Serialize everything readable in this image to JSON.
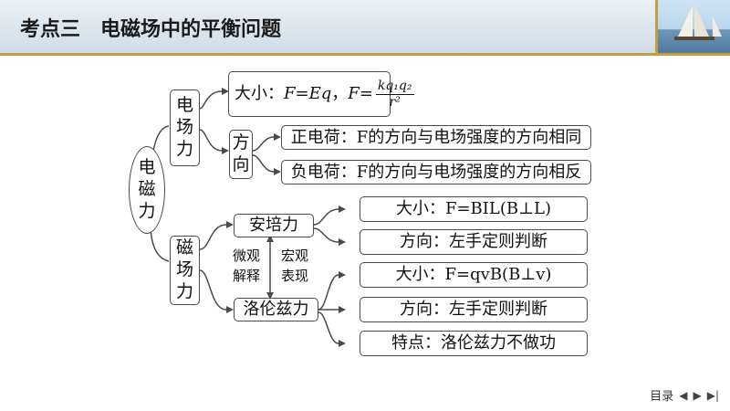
{
  "header": {
    "title": "考点三　电磁场中的平衡问题"
  },
  "root": {
    "label": [
      "电",
      "磁",
      "力"
    ]
  },
  "electric": {
    "label": [
      "电",
      "场",
      "力"
    ],
    "magnitude_prefix": "大小：",
    "formula_F": "F",
    "formula_eq1": "=",
    "formula_Eq": "Eq",
    "formula_sep": "，",
    "formula_F2": "F",
    "formula_eq2": "=",
    "frac_num": "kq₁q₂",
    "frac_den": "r²",
    "direction_label": [
      "方",
      "向"
    ],
    "positive": "正电荷：F的方向与电场强度的方向相同",
    "negative": "负电荷：F的方向与电场强度的方向相反"
  },
  "magnetic": {
    "label": [
      "磁",
      "场",
      "力"
    ],
    "ampere": "安培力",
    "lorentz": "洛伦兹力",
    "micro_explain": [
      "微观",
      "解释"
    ],
    "macro_show": [
      "宏观",
      "表现"
    ],
    "ampere_magnitude": "大小：F=BIL(B⊥L)",
    "ampere_direction": "方向：左手定则判断",
    "lorentz_magnitude": "大小：F=qvB(B⊥v)",
    "lorentz_direction": "方向：左手定则判断",
    "lorentz_feature": "特点：洛伦兹力不做功"
  },
  "footer": {
    "toc": "目录",
    "prev": "◀",
    "next": "▶",
    "last": "▶|"
  },
  "colors": {
    "accent": "#c89b3b",
    "line": "#4a4a4a"
  }
}
